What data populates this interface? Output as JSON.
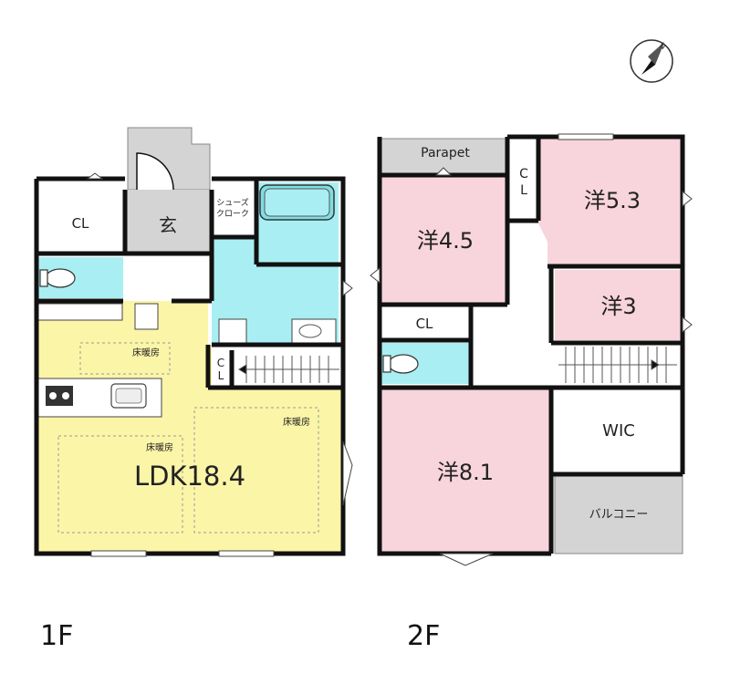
{
  "floor1": {
    "label": "1F",
    "rooms": {
      "cl": "CL",
      "genkan": "玄",
      "shoes_closet_line1": "シューズ",
      "shoes_closet_line2": "クローク",
      "small_cl_c": "C",
      "small_cl_l": "L",
      "ldk": "LDK18.4",
      "floor_heating_1": "床暖房",
      "floor_heating_2": "床暖房",
      "floor_heating_3": "床暖房"
    }
  },
  "floor2": {
    "label": "2F",
    "rooms": {
      "parapet": "Parapet",
      "cl_c": "C",
      "cl_l": "L",
      "western_5_3": "洋5.3",
      "western_4_5": "洋4.5",
      "western_3": "洋3",
      "cl": "CL",
      "wic": "WIC",
      "western_8_1": "洋8.1",
      "balcony": "バルコニー"
    }
  },
  "colors": {
    "ldk_fill": "#fbf5a8",
    "bedroom_fill": "#f8d4dc",
    "water_fill": "#a9eef2",
    "genkan_fill": "#d4d4d4",
    "wall": "#111111"
  },
  "icons": [
    "north-compass-icon",
    "bathtub-icon",
    "toilet-icon",
    "cooktop-icon",
    "sink-icon"
  ]
}
